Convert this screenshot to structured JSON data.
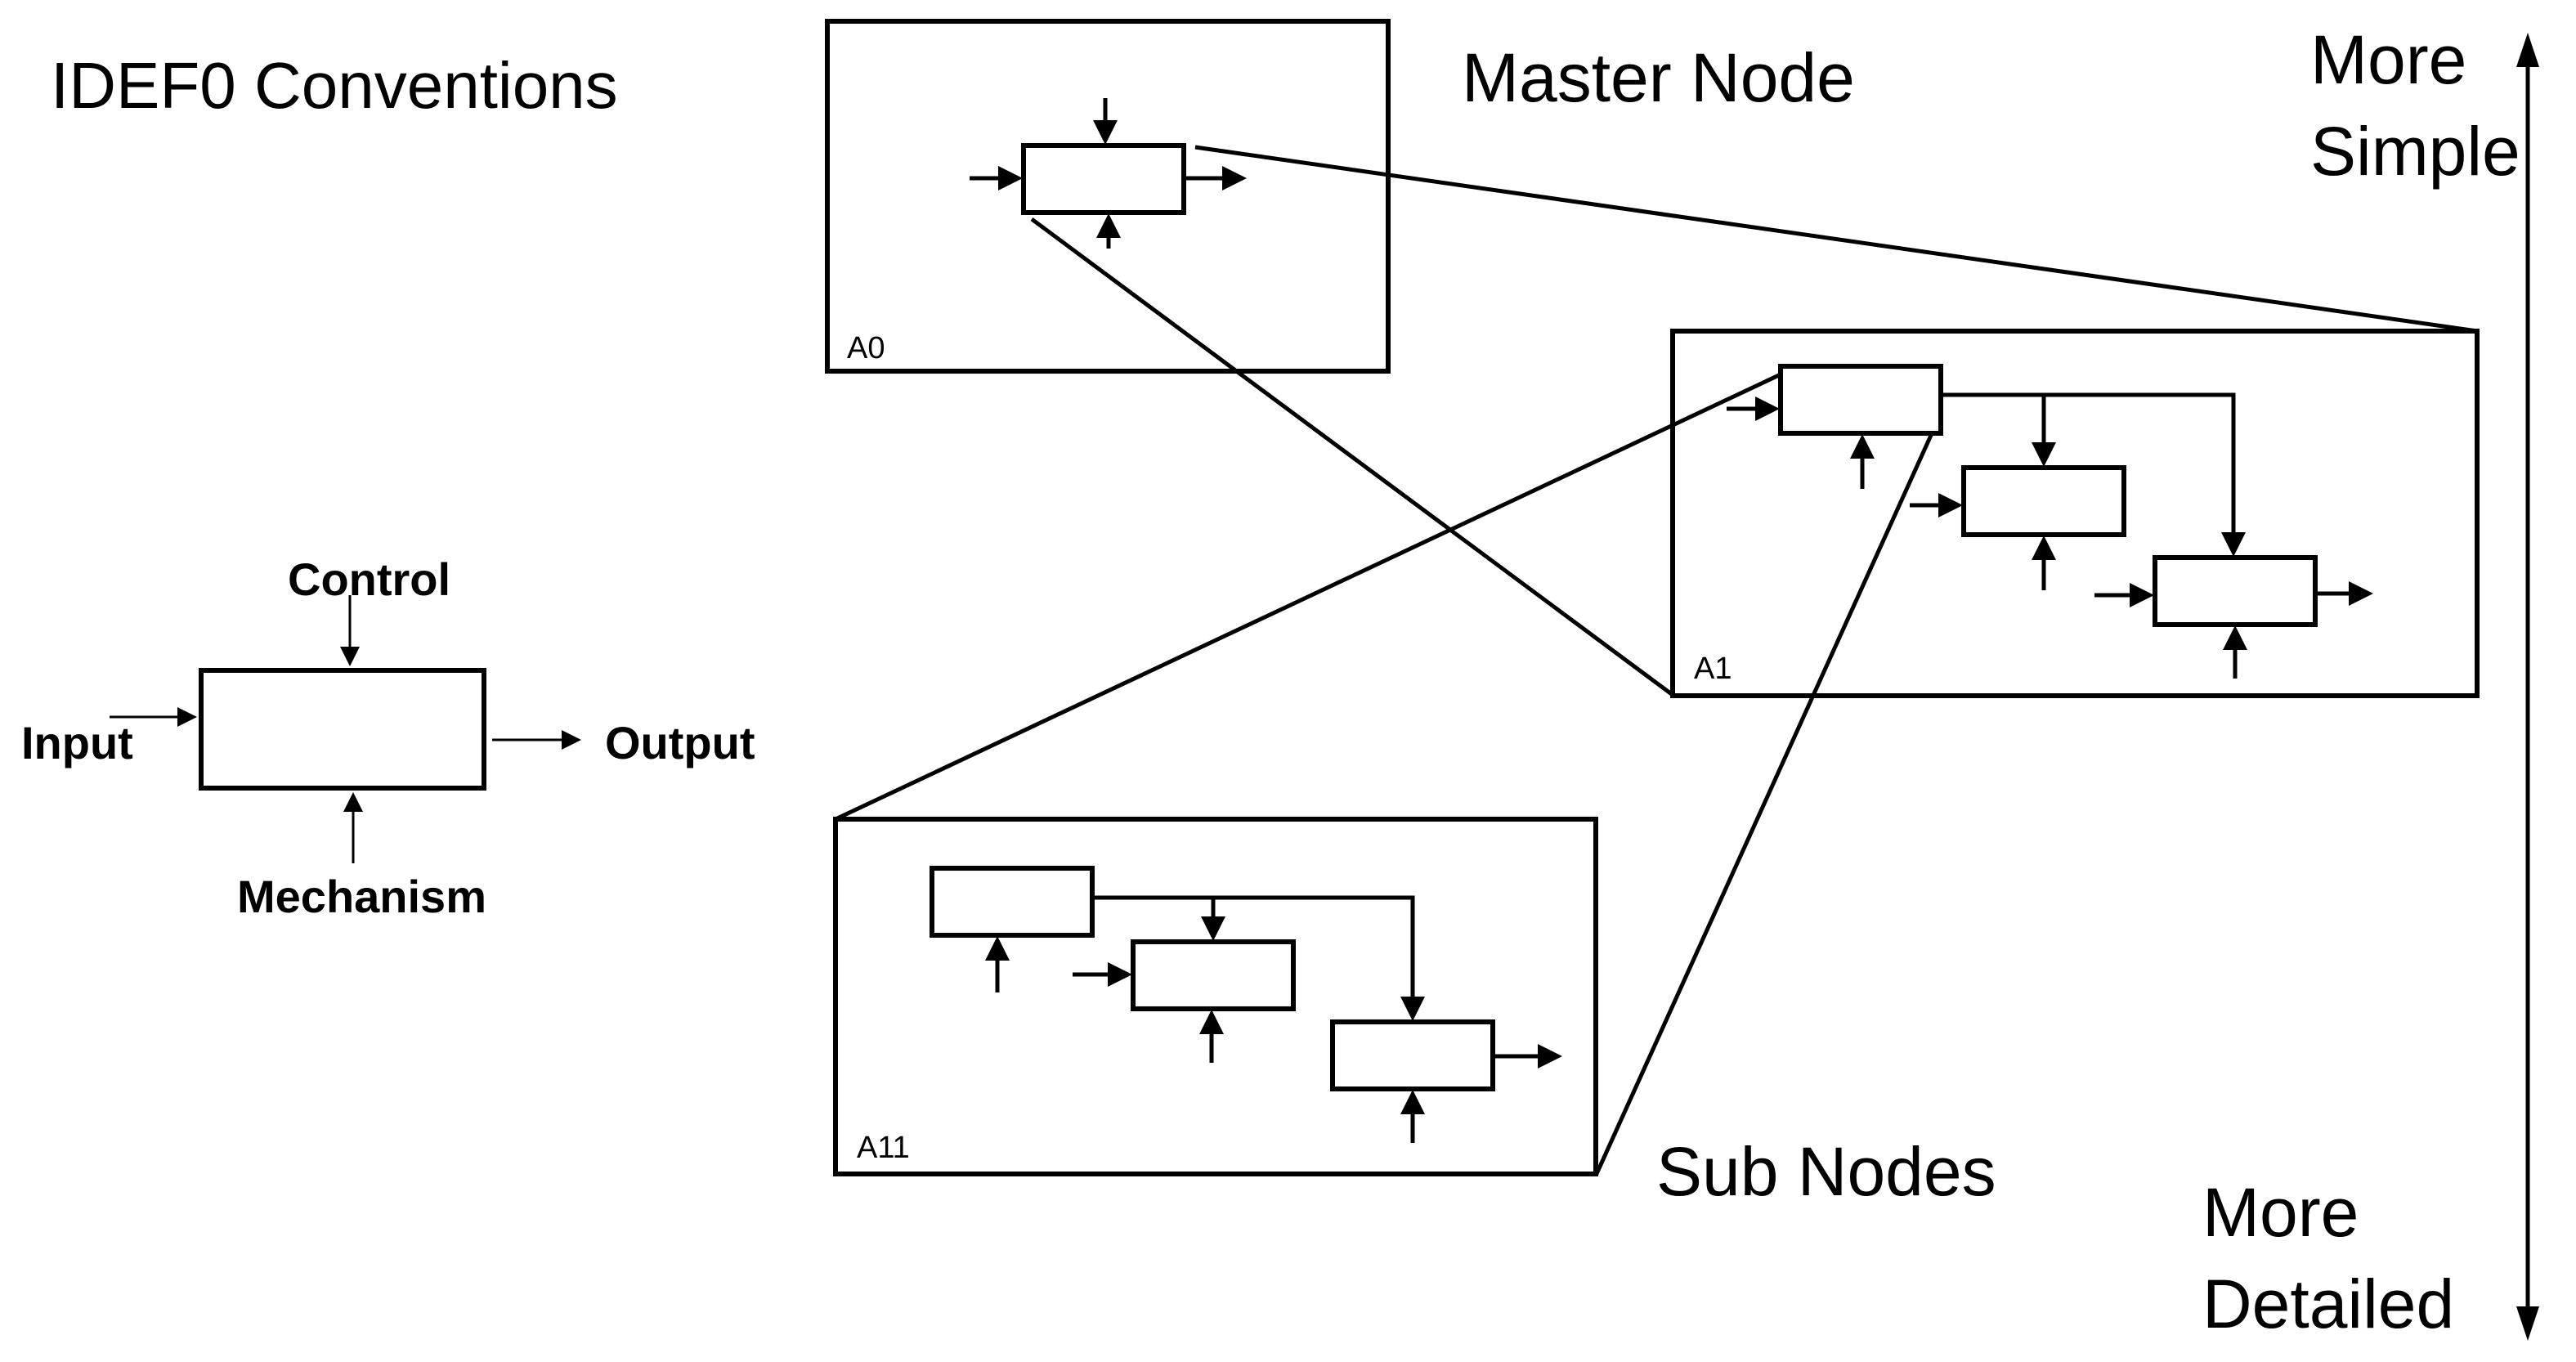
{
  "title": "IDEF0 Conventions",
  "legend": {
    "control": "Control",
    "input": "Input",
    "output": "Output",
    "mechanism": "Mechanism"
  },
  "frames": {
    "a0": "A0",
    "a1": "A1",
    "a11": "A11"
  },
  "labels": {
    "master_node": "Master Node",
    "sub_nodes": "Sub Nodes"
  },
  "scale": {
    "top_line1": "More",
    "top_line2": "Simple",
    "bottom_line1": "More",
    "bottom_line2": "Detailed"
  },
  "colors": {
    "stroke": "#000000",
    "background": "#ffffff"
  }
}
